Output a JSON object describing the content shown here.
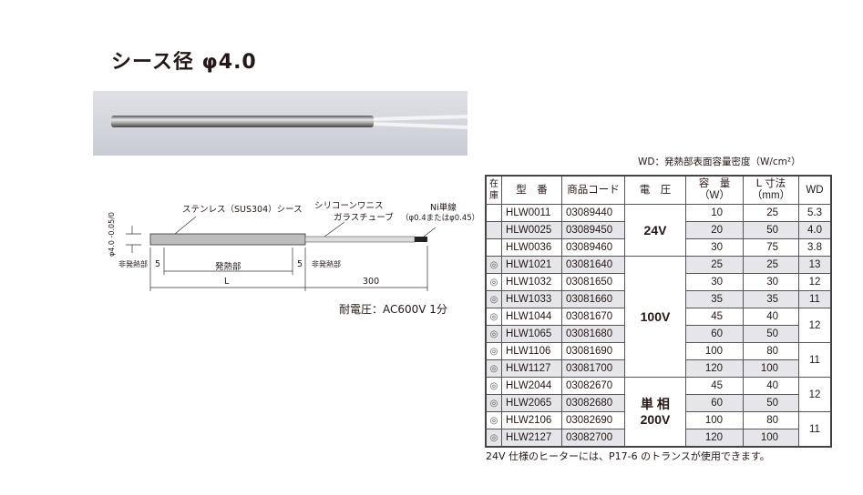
{
  "title": "シース径 φ4.0",
  "wd_note": "WD：発熱部表面容量密度（W/cm²）",
  "diagram": {
    "sheath": "ステンレス（SUS304）シース",
    "tube1": "シリコーンワニス",
    "tube2": "ガラスチューブ",
    "wire1": "Ni単線",
    "wire2": "（φ0.4またはφ0.45）",
    "dia": "φ4.0 -0.05/0",
    "non_heat_left": "非発熱部",
    "five_left": "5",
    "heat": "発熱部",
    "five_right": "5",
    "non_heat_right": "非発熱部",
    "L": "L",
    "lead": "300"
  },
  "voltage_note": "耐電圧：AC600V 1分",
  "table": {
    "headers": [
      "在庫",
      "型　番",
      "商品コード",
      "電　圧",
      "容　量\n（W）",
      "L 寸法\n（mm）",
      "WD"
    ],
    "rows": [
      {
        "stock": "",
        "model": "HLW0011",
        "code": "03089440",
        "w": "10",
        "l": "25"
      },
      {
        "stock": "",
        "model": "HLW0025",
        "code": "03089450",
        "w": "20",
        "l": "50"
      },
      {
        "stock": "",
        "model": "HLW0036",
        "code": "03089460",
        "w": "30",
        "l": "75"
      },
      {
        "stock": "◎",
        "model": "HLW1021",
        "code": "03081640",
        "w": "25",
        "l": "25"
      },
      {
        "stock": "◎",
        "model": "HLW1032",
        "code": "03081650",
        "w": "30",
        "l": "30"
      },
      {
        "stock": "◎",
        "model": "HLW1033",
        "code": "03081660",
        "w": "35",
        "l": "35"
      },
      {
        "stock": "◎",
        "model": "HLW1044",
        "code": "03081670",
        "w": "45",
        "l": "40"
      },
      {
        "stock": "◎",
        "model": "HLW1065",
        "code": "03081680",
        "w": "60",
        "l": "50"
      },
      {
        "stock": "◎",
        "model": "HLW1106",
        "code": "03081690",
        "w": "100",
        "l": "80"
      },
      {
        "stock": "◎",
        "model": "HLW1127",
        "code": "03081700",
        "w": "120",
        "l": "100"
      },
      {
        "stock": "◎",
        "model": "HLW2044",
        "code": "03082670",
        "w": "45",
        "l": "40"
      },
      {
        "stock": "◎",
        "model": "HLW2065",
        "code": "03082680",
        "w": "60",
        "l": "50"
      },
      {
        "stock": "◎",
        "model": "HLW2106",
        "code": "03082690",
        "w": "100",
        "l": "80"
      },
      {
        "stock": "◎",
        "model": "HLW2127",
        "code": "03082700",
        "w": "120",
        "l": "100"
      }
    ],
    "voltages": [
      {
        "label": "24V",
        "rows": 3
      },
      {
        "label": "100V",
        "rows": 7
      },
      {
        "label": "単 相\n200V",
        "rows": 4
      }
    ],
    "wd": [
      [
        "5.3",
        1
      ],
      [
        "4.0",
        1
      ],
      [
        "3.8",
        1
      ],
      [
        "13",
        1
      ],
      [
        "12",
        1
      ],
      [
        "11",
        1
      ],
      [
        "12",
        2
      ],
      [
        "11",
        2
      ],
      [
        "12",
        2
      ],
      [
        "11",
        2
      ]
    ]
  },
  "footnote": "24V 仕様のヒーターには、P17-6 のトランスが使用できます。"
}
